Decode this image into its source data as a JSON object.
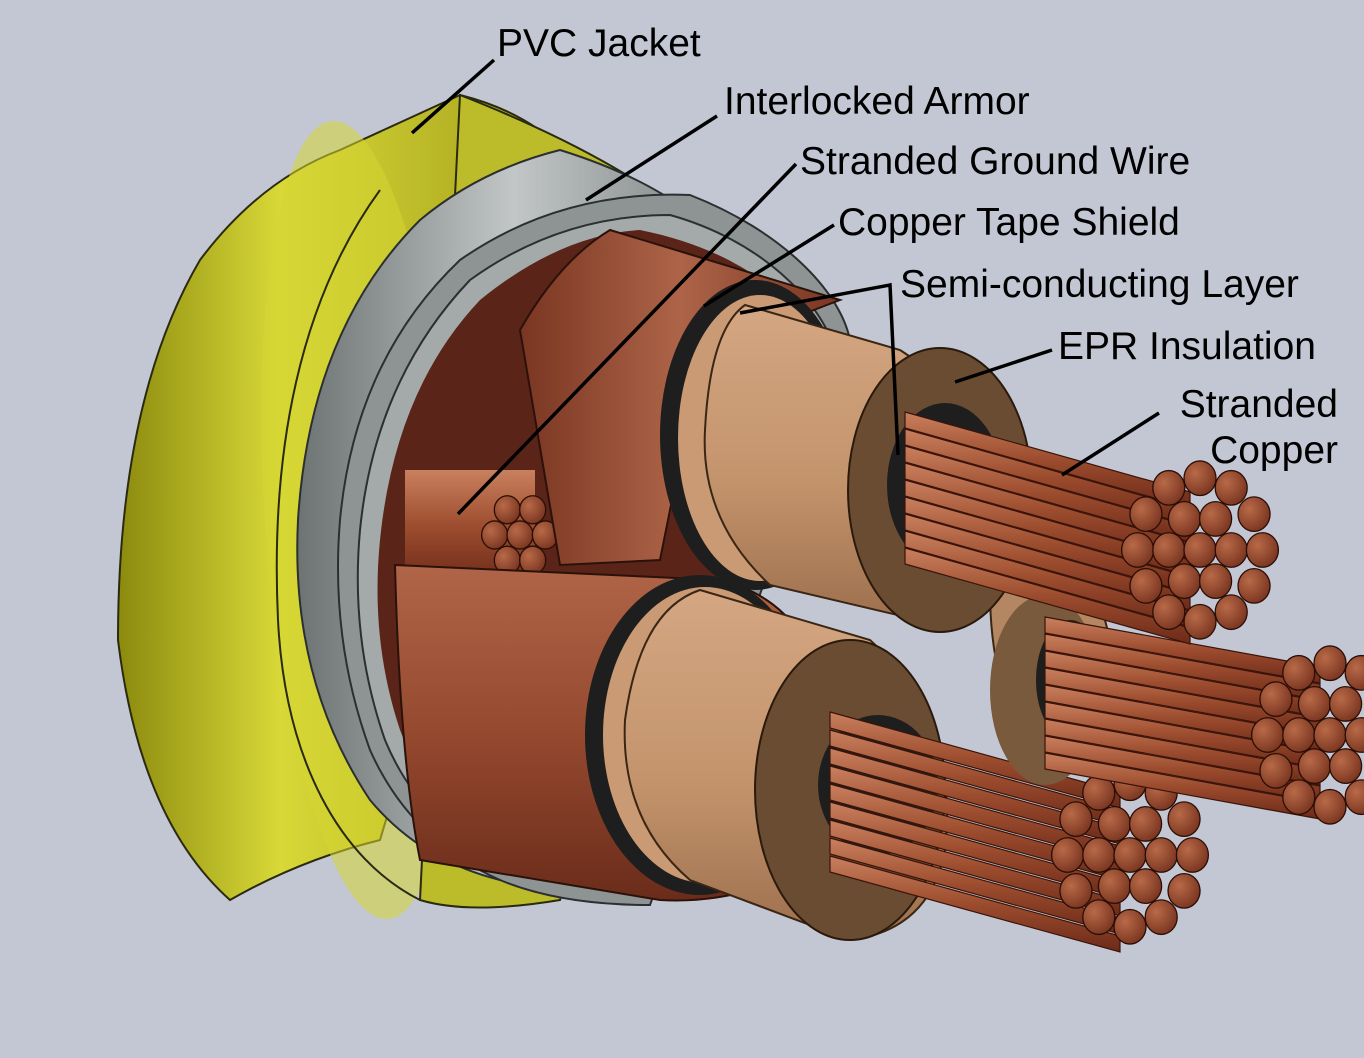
{
  "labels": {
    "pvc_jacket": "PVC Jacket",
    "interlocked_armor": "Interlocked Armor",
    "stranded_ground_wire": "Stranded Ground Wire",
    "copper_tape_shield": "Copper Tape Shield",
    "semi_conducting_layer": "Semi-conducting Layer",
    "epr_insulation": "EPR Insulation",
    "stranded_copper_line1": "Stranded",
    "stranded_copper_line2": "Copper"
  },
  "colors": {
    "background": "#c3c7d3",
    "pvc_jacket": "#c8c82e",
    "interlocked_armor": "#b2b6b6",
    "copper_tape_shield": "#9a4e36",
    "epr_insulation": "#c99a73",
    "semi_conducting_layer": "#222222",
    "copper_strand": "#9a4a2c"
  }
}
